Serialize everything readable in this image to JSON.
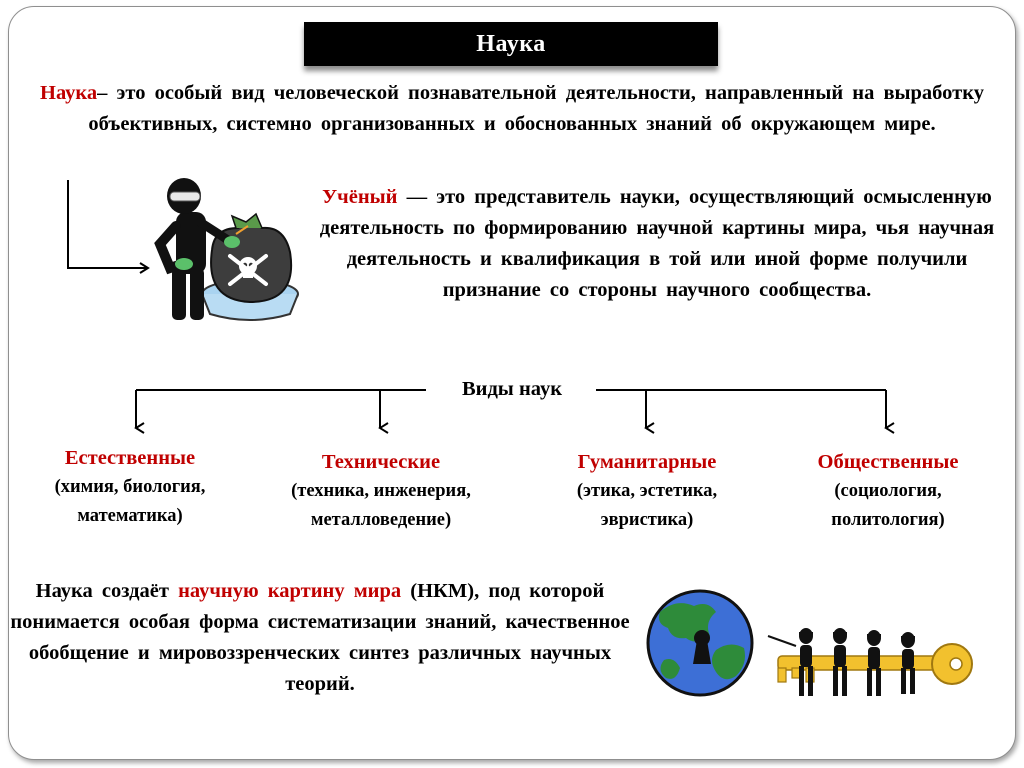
{
  "title": "Наука",
  "science_def": {
    "term": "Наука",
    "text": "– это особый вид человеческой познавательной деятельности, направленный на выработку объективных, системно организованных и обоснованных знаний об окружающем мире."
  },
  "scientist_def": {
    "term": "Учёный",
    "text": " — это представитель науки, осуществляющий осмысленную деятельность по формированию научной картины мира, чья научная деятельность и квалификация в той или иной форме получили признание со стороны научного сообщества."
  },
  "types_label": "Виды наук",
  "branches": [
    {
      "title": "Естественные",
      "desc": "(химия, биология, математика)"
    },
    {
      "title": "Технические",
      "desc": "(техника, инженерия, металловедение)"
    },
    {
      "title": "Гуманитарные",
      "desc": "(этика, эстетика, эвристика)"
    },
    {
      "title": "Общественные",
      "desc": "(социология, политология)"
    }
  ],
  "nkm": {
    "before": "Наука создаёт ",
    "highlight": "научную картину мира",
    "after": " (НКМ), под которой понимается особая форма систематизации знаний, качественное обобщение и мировоззренческих синтез различных научных теорий."
  },
  "colors": {
    "accent": "#c00000",
    "title_bg": "#000000",
    "key": "#f2c12e",
    "globe_water": "#3d6fd6",
    "globe_land": "#2e8b3a"
  },
  "icons": [
    "scientist-icon",
    "hazard-bag-icon",
    "globe-keyhole-icon",
    "key-icon",
    "people-icon"
  ]
}
